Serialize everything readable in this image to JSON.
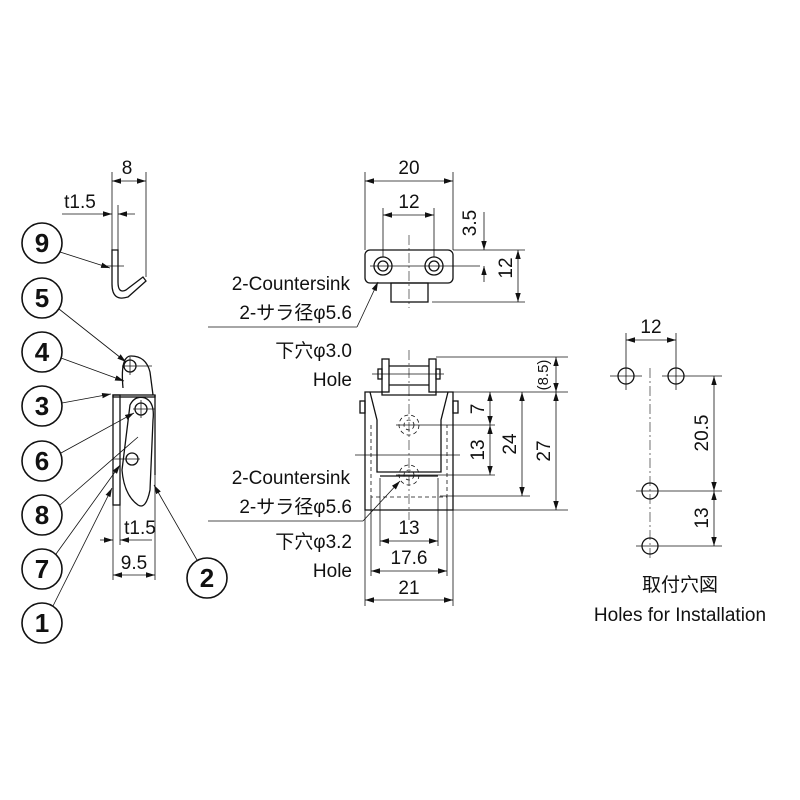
{
  "part_numbers": [
    "9",
    "5",
    "4",
    "3",
    "6",
    "8",
    "7",
    "1",
    "2"
  ],
  "side_view": {
    "dim_hook_width": "8",
    "dim_hook_thickness": "t1.5",
    "dim_thickness": "t1.5",
    "dim_depth": "9.5"
  },
  "top_view": {
    "dim_width": "20",
    "dim_hole_pitch": "12",
    "dim_offset": "3.5",
    "dim_height": "12",
    "note_line1": "2-Countersink",
    "note_line2": "2-サラ径φ5.6",
    "note_line3": "下穴φ3.0",
    "note_line4": "Hole"
  },
  "front_view": {
    "dim_hinge": "(8.5)",
    "dim_7": "7",
    "dim_13v": "13",
    "dim_24": "24",
    "dim_27": "27",
    "dim_13h": "13",
    "dim_17_6": "17.6",
    "dim_21": "21",
    "note_line1": "2-Countersink",
    "note_line2": "2-サラ径φ5.6",
    "note_line3": "下穴φ3.2",
    "note_line4": "Hole"
  },
  "installation": {
    "dim_pitch": "12",
    "dim_20_5": "20.5",
    "dim_13": "13",
    "title_jp": "取付穴図",
    "title_en": "Holes for Installation"
  }
}
